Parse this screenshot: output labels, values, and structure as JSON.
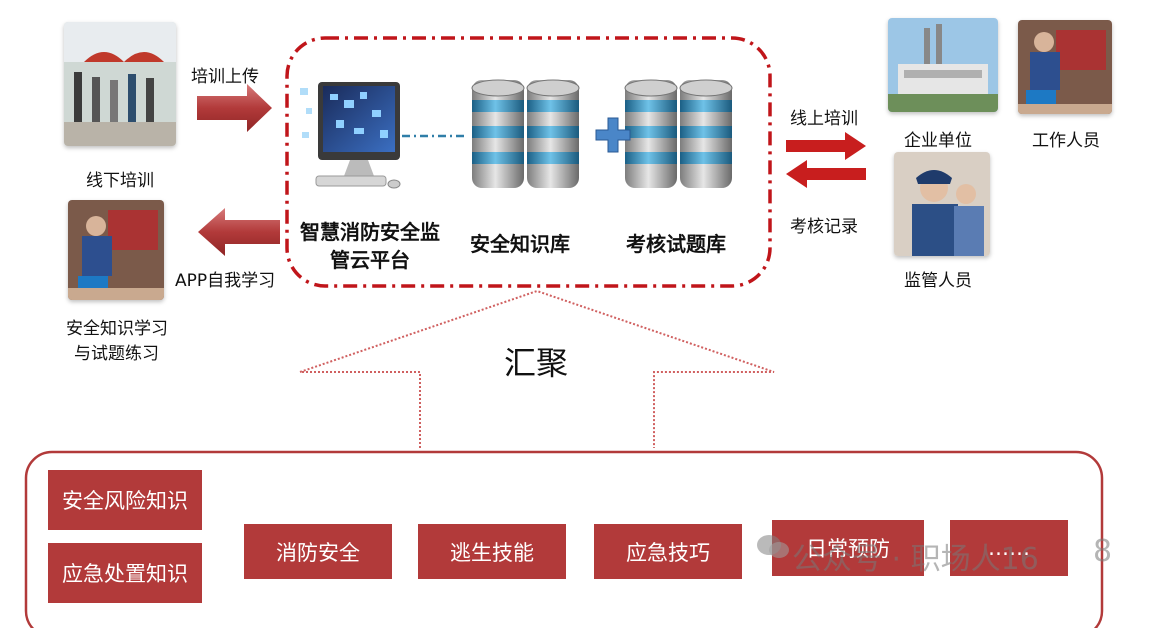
{
  "left": {
    "offline_training_caption": "线下培训",
    "upload_arrow_label": "培训上传",
    "app_arrow_label": "APP自我学习",
    "study_caption_line1": "安全知识学习",
    "study_caption_line2": "与试题练习"
  },
  "center": {
    "platform_line1": "智慧消防安全监",
    "platform_line2": "管云平台",
    "knowledge_db": "安全知识库",
    "exam_db": "考核试题库"
  },
  "right": {
    "online_training_label": "线上培训",
    "assessment_label": "考核记录",
    "enterprise_caption": "企业单位",
    "worker_caption": "工作人员",
    "supervisor_caption": "监管人员"
  },
  "middle": {
    "gather_label": "汇聚"
  },
  "bottom": {
    "left_items": [
      "安全风险知识",
      "应急处置知识"
    ],
    "row_items": [
      "消防安全",
      "逃生技能",
      "应急技巧",
      "日常预防",
      "……"
    ]
  },
  "watermark": {
    "text": "公众号 · 职场人16",
    "tail": "8"
  },
  "colors": {
    "accent_red": "#b23a3a",
    "dashed_red": "#c0151a",
    "db_blue": "#2f7ea8"
  }
}
